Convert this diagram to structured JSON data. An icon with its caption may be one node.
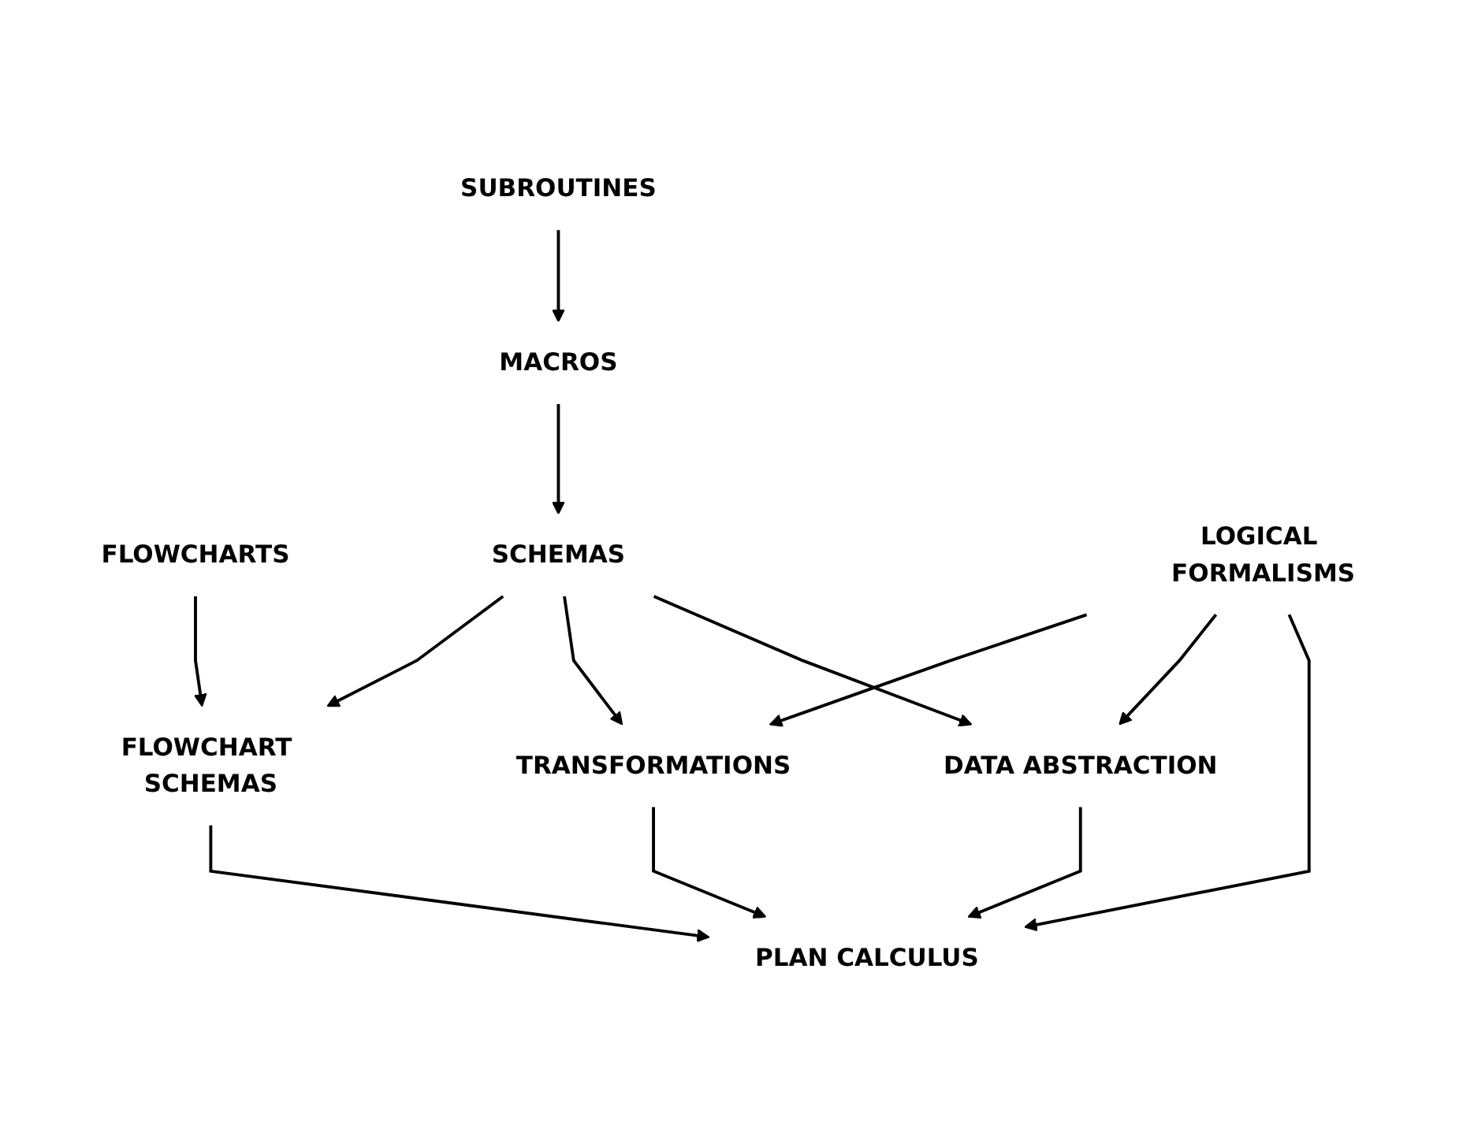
{
  "diagram": {
    "nodes": [
      {
        "text": [
          "SUBROUTINES"
        ]
      },
      {
        "text": [
          "MACROS"
        ]
      },
      {
        "text": [
          "FLOWCHARTS"
        ]
      },
      {
        "text": [
          "SCHEMAS"
        ]
      },
      {
        "text": [
          "FLOWCHART SCHEMAS"
        ]
      },
      {
        "text": [
          "LOGICAL FORMALISMS"
        ]
      },
      {
        "text": [
          "TRANSFORMATIONS"
        ]
      },
      {
        "text": [
          "DATA ABSTRACTION"
        ]
      },
      {
        "text": [
          "PLAN CALCULUS"
        ]
      }
    ],
    "edges": [
      {
        "from": 0,
        "to": 1,
        "arrow": "to"
      },
      {
        "from": 1,
        "to": 3,
        "arrow": "to"
      },
      {
        "from": 2,
        "to": 4,
        "arrow": "to"
      },
      {
        "from": 3,
        "to": 4,
        "arrow": "to"
      },
      {
        "from": 3,
        "to": 6,
        "arrow": "to"
      },
      {
        "from": 3,
        "to": 7,
        "arrow": "to"
      },
      {
        "from": 5,
        "to": 6,
        "arrow": "to"
      },
      {
        "from": 5,
        "to": 7,
        "arrow": "to"
      },
      {
        "from": 5,
        "to": 8,
        "arrow": "to"
      },
      {
        "from": 4,
        "to": 8,
        "arrow": "to"
      },
      {
        "from": 6,
        "to": 8,
        "arrow": "to"
      },
      {
        "from": 7,
        "to": 8,
        "arrow": "to"
      }
    ]
  }
}
